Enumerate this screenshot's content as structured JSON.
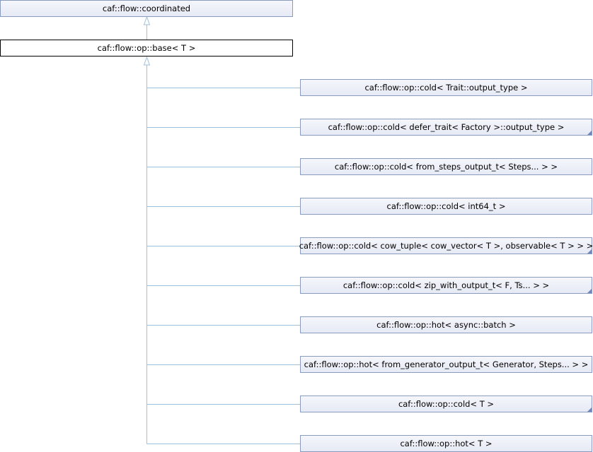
{
  "diagram": {
    "parent": {
      "label": "caf::flow::coordinated"
    },
    "current": {
      "label": "caf::flow::op::base< T >"
    },
    "children": [
      {
        "label": "caf::flow::op::cold< Trait::output_type >",
        "has_more": false
      },
      {
        "label": "caf::flow::op::cold< defer_trait< Factory >::output_type >",
        "has_more": true
      },
      {
        "label": "caf::flow::op::cold< from_steps_output_t< Steps... > >",
        "has_more": false
      },
      {
        "label": "caf::flow::op::cold< int64_t >",
        "has_more": false
      },
      {
        "label": "caf::flow::op::cold< cow_tuple< cow_vector< T >, observable< T > > >",
        "has_more": true
      },
      {
        "label": "caf::flow::op::cold< zip_with_output_t< F, Ts... > >",
        "has_more": true
      },
      {
        "label": "caf::flow::op::hot< async::batch >",
        "has_more": false
      },
      {
        "label": "caf::flow::op::hot< from_generator_output_t< Generator, Steps... > >",
        "has_more": false
      },
      {
        "label": "caf::flow::op::cold< T >",
        "has_more": true
      },
      {
        "label": "caf::flow::op::hot< T >",
        "has_more": false
      }
    ]
  }
}
